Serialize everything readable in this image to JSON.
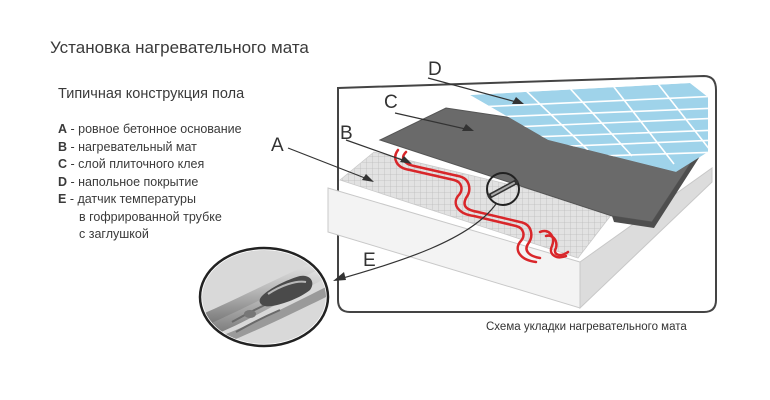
{
  "title": "Установка нагревательного мата",
  "subtitle": "Типичная конструкция пола",
  "legend": [
    {
      "key": "A",
      "text": "ровное бетонное основание"
    },
    {
      "key": "B",
      "text": "нагревательный мат"
    },
    {
      "key": "C",
      "text": "слой плиточного клея"
    },
    {
      "key": "D",
      "text": "напольное покрытие"
    },
    {
      "key": "E",
      "text": "датчик температуры",
      "cont1": "в гофрированной трубке",
      "cont2": "с заглушкой"
    }
  ],
  "labels": {
    "A": "A",
    "B": "B",
    "C": "C",
    "D": "D",
    "E": "E"
  },
  "caption": "Схема укладки нагревательного мата",
  "colors": {
    "tile": "#9fd3ea",
    "tile_grout": "#ffffff",
    "adhesive": "#6a6a6a",
    "mesh": "#d6d6d6",
    "cable": "#d9262a",
    "concrete": "#eeeeee",
    "frame": "#444444"
  }
}
